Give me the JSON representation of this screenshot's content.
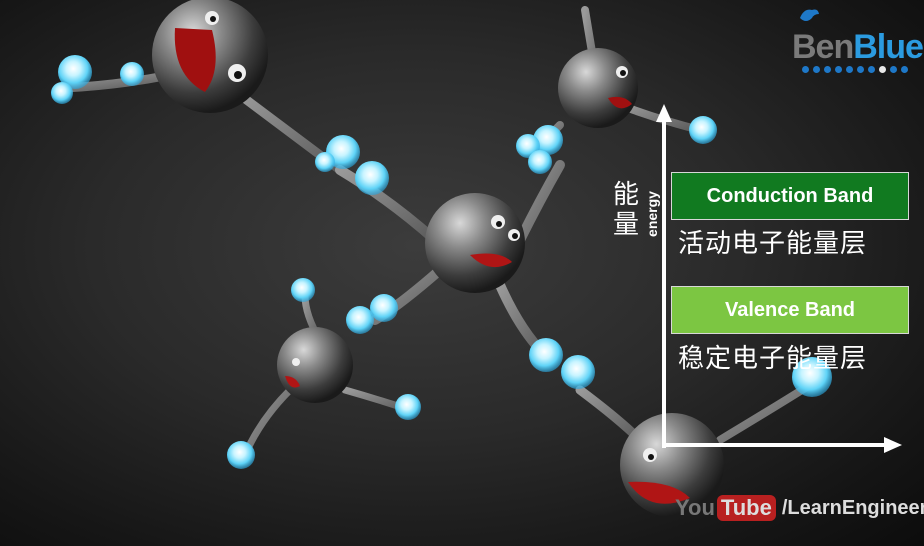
{
  "logo": {
    "part1": "Ben",
    "part2": "Blue"
  },
  "bands": {
    "conduction": {
      "label": "Conduction Band",
      "cn": "活动电子能量层",
      "color": "#117a20"
    },
    "valence": {
      "label": "Valence Band",
      "cn": "稳定电子能量层",
      "color": "#7cc642"
    }
  },
  "axis": {
    "label_cn": "能量",
    "label_en": "energy"
  },
  "watermark": {
    "you": "You",
    "tube": "Tube",
    "handle": "/LearnEngineering"
  }
}
